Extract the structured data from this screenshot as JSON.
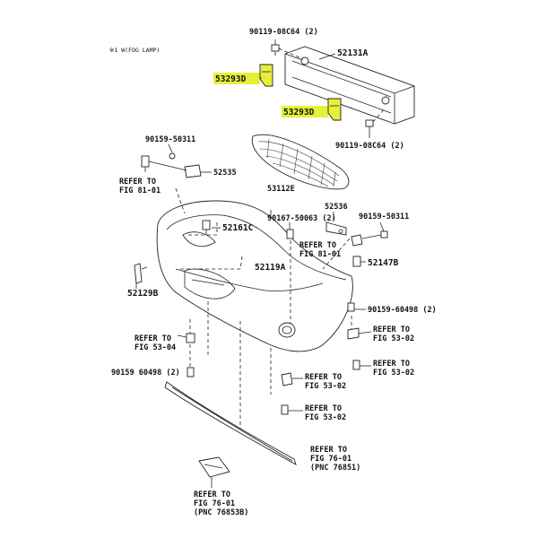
{
  "note": "※1 W(FOG LAMP)",
  "highlight_color": "#e6f03a",
  "labels": {
    "bolt_top": "90119-08C64 (2)",
    "reinforcement": "52131A",
    "bracket_left": "53293D",
    "bracket_right": "53293D",
    "bolt_right": "90119-08C64 (2)",
    "screw_left": "90159-50311",
    "retainer_left": "52535",
    "refer_81_left_a": "REFER TO",
    "refer_81_left_b": "FIG 81-01",
    "grille": "53112E",
    "clip_mid": "90167-50063 (2)",
    "support_right": "52536",
    "screw_right": "90159-50311",
    "refer_81_right_a": "REFER TO",
    "refer_81_right_b": "FIG 81-01",
    "clip_center": "52161C",
    "bumper_cover": "52119A",
    "clip_right": "52147B",
    "seal_left": "52129B",
    "bolt_mid_right": "90159-60498 (2)",
    "refer_5302_a1": "REFER TO",
    "refer_5302_b1": "FIG 53-02",
    "refer_5304_a": "REFER TO",
    "refer_5304_b": "FIG 53-04",
    "refer_5302_a2": "REFER TO",
    "refer_5302_b2": "FIG 53-02",
    "bolt_left_low": "90159 60498 (2)",
    "refer_5302_a3": "REFER TO",
    "refer_5302_b3": "FIG 53-02",
    "refer_5302_a4": "REFER TO",
    "refer_5302_b4": "FIG 53-02",
    "refer_7601_a1": "REFER TO",
    "refer_7601_b1": "FIG 76-01",
    "refer_7601_c1": "(PNC 76851)",
    "refer_7601_a2": "REFER TO",
    "refer_7601_b2": "FIG 76-01",
    "refer_7601_c2": "(PNC 76853B)"
  }
}
